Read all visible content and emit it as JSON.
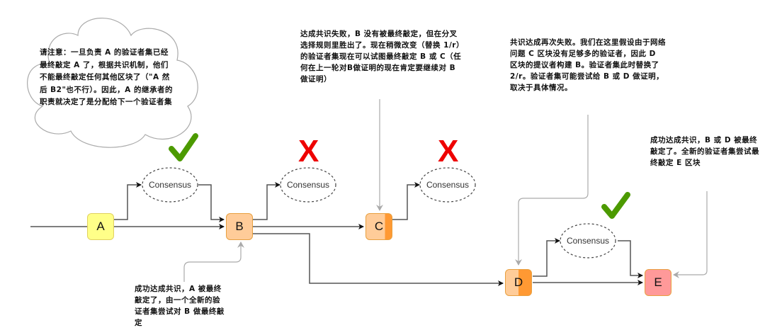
{
  "notes": {
    "cloud": "请注意：一旦负责 A 的验证者集已经最终敲定 A 了，根据共识机制，他们不能最终敲定任何其他区块了（\"A 然后 B2\"也不行）。因此，A 的继承者的职责就决定了是分配给下一个验证者集",
    "fork_fail": "达成共识失败，B 没有被最终敲定，但在分叉选择规则里胜出了。现在稍微改变（替换 1/r）的验证者集现在可以试图最终敲定 B 或 C（任何在上一轮对B做证明的现在肯定要继续对 B 做证明）",
    "second_fail": "共识达成再次失败。我们在这里假设由于网络问题 C 区块没有足够多的验证者，因此 D 区块的提议者构建 B。验证者集此时替换了 2/r。验证者集可能尝试给 B 或 D 做证明，取决于具体情况。",
    "final_success": "成功达成共识，B 或 D 被最终敲定了。全新的验证者集尝试最终敲定 E 区块",
    "first_success": "成功达成共识，A 被最终敲定了，由一个全新的验证者集尝试对 B 做最终敲定"
  },
  "blocks": [
    {
      "id": "A",
      "label": "A",
      "fill": "#ffff88",
      "border": "#e0d060"
    },
    {
      "id": "B",
      "label": "B",
      "fill": "#ffcc99",
      "border": "#e8a040"
    },
    {
      "id": "C",
      "label": "C",
      "fill": "#ffcc99",
      "accent": "#ff9933",
      "border": "#e8a040"
    },
    {
      "id": "D",
      "label": "D",
      "fill": "#ffcc99",
      "accent": "#ff9933",
      "border": "#e8a040"
    },
    {
      "id": "E",
      "label": "E",
      "fill": "#ff9999",
      "border": "#e8a040"
    }
  ],
  "consensus": [
    {
      "label": "Consensus",
      "result": "success"
    },
    {
      "label": "Consensus",
      "result": "fail"
    },
    {
      "label": "Consensus",
      "result": "fail"
    },
    {
      "label": "Consensus",
      "result": "success"
    }
  ],
  "marks": {
    "fail": "X"
  },
  "colors": {
    "success": "#4c9a00",
    "fail": "#ee0000",
    "edge": "#555555",
    "annotation_edge": "#aaaaaa"
  }
}
